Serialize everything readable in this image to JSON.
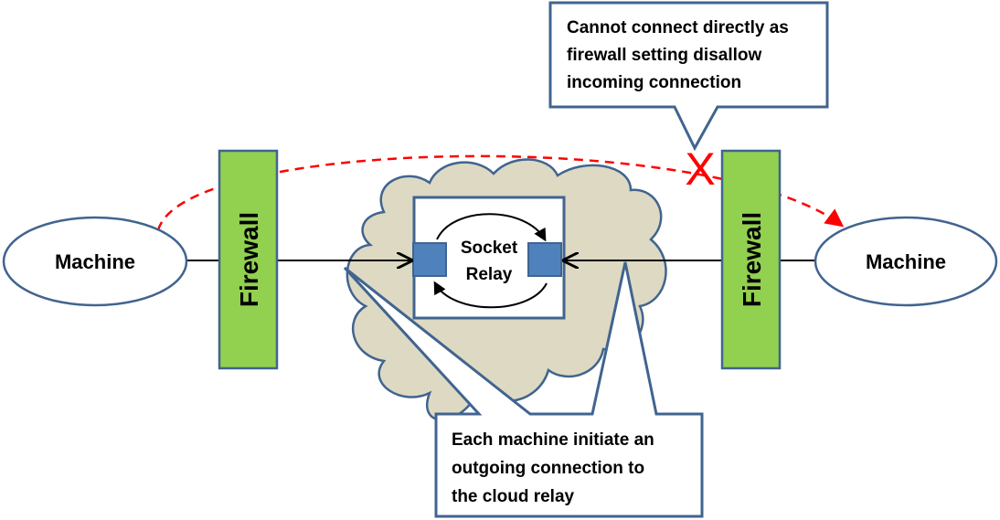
{
  "machines": {
    "left": {
      "label": "Machine"
    },
    "right": {
      "label": "Machine"
    }
  },
  "firewalls": {
    "left": {
      "label": "Firewall"
    },
    "right": {
      "label": "Firewall"
    }
  },
  "relay": {
    "line1": "Socket",
    "line2": "Relay"
  },
  "callouts": {
    "top": {
      "lines": [
        "Cannot connect directly as",
        "firewall setting disallow",
        "incoming connection"
      ]
    },
    "bottom": {
      "lines": [
        "Each machine initiate an",
        "outgoing connection to",
        "the cloud relay"
      ]
    }
  },
  "blocked_mark": "X",
  "colors": {
    "outline": "#41648f",
    "machine_fill": "#ffffff",
    "firewall_fill": "#92d050",
    "cloud_fill": "#ddd9c3",
    "port_fill": "#4f81bd",
    "blocked": "#ff0000",
    "connector": "#000000"
  }
}
